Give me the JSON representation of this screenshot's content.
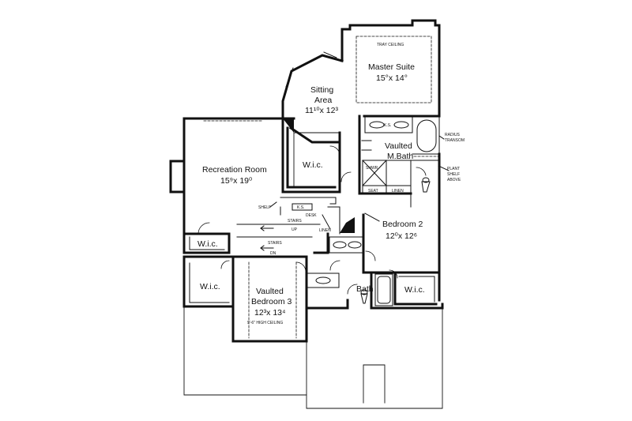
{
  "rooms": {
    "master": {
      "name": "Master Suite",
      "dim": "15°x 14°"
    },
    "sitting": {
      "name1": "Sitting",
      "name2": "Area",
      "dim": "11¹⁰x 12³"
    },
    "recreation": {
      "name": "Recreation Room",
      "dim": "15⁹x 19⁰"
    },
    "mbath": {
      "name1": "Vaulted",
      "name2": "M.Bath"
    },
    "bedroom2": {
      "name": "Bedroom 2",
      "dim": "12⁰x 12⁶"
    },
    "bedroom3": {
      "name1": "Vaulted",
      "name2": "Bedroom 3",
      "dim": "12³x 13⁴"
    },
    "bath": {
      "name": "Bath"
    },
    "wic_master": "W.i.c.",
    "wic_rec": "W.i.c.",
    "wic_left": "W.i.c.",
    "wic_bed2": "W.i.c."
  },
  "notes": {
    "tray_ceiling": "TRAY CEILING",
    "radius1": "RADIUS",
    "radius2": "TRANSOM",
    "plant1": "PLANT",
    "plant2": "SHELF",
    "plant3": "ABOVE",
    "ks_bath": "K.S.",
    "ks_desk": "K.S.",
    "shwr": "SHWR.",
    "seat": "SEAT",
    "linen_bath": "LINEN",
    "linen_hall": "LINEN",
    "shelf": "SHELF",
    "desk": "DESK",
    "stairs_up1": "STAIRS",
    "stairs_up2": "UP",
    "stairs_dn1": "STAIRS",
    "stairs_dn2": "DN",
    "ceiling_b3": "9'-6\" HIGH CEILING"
  }
}
